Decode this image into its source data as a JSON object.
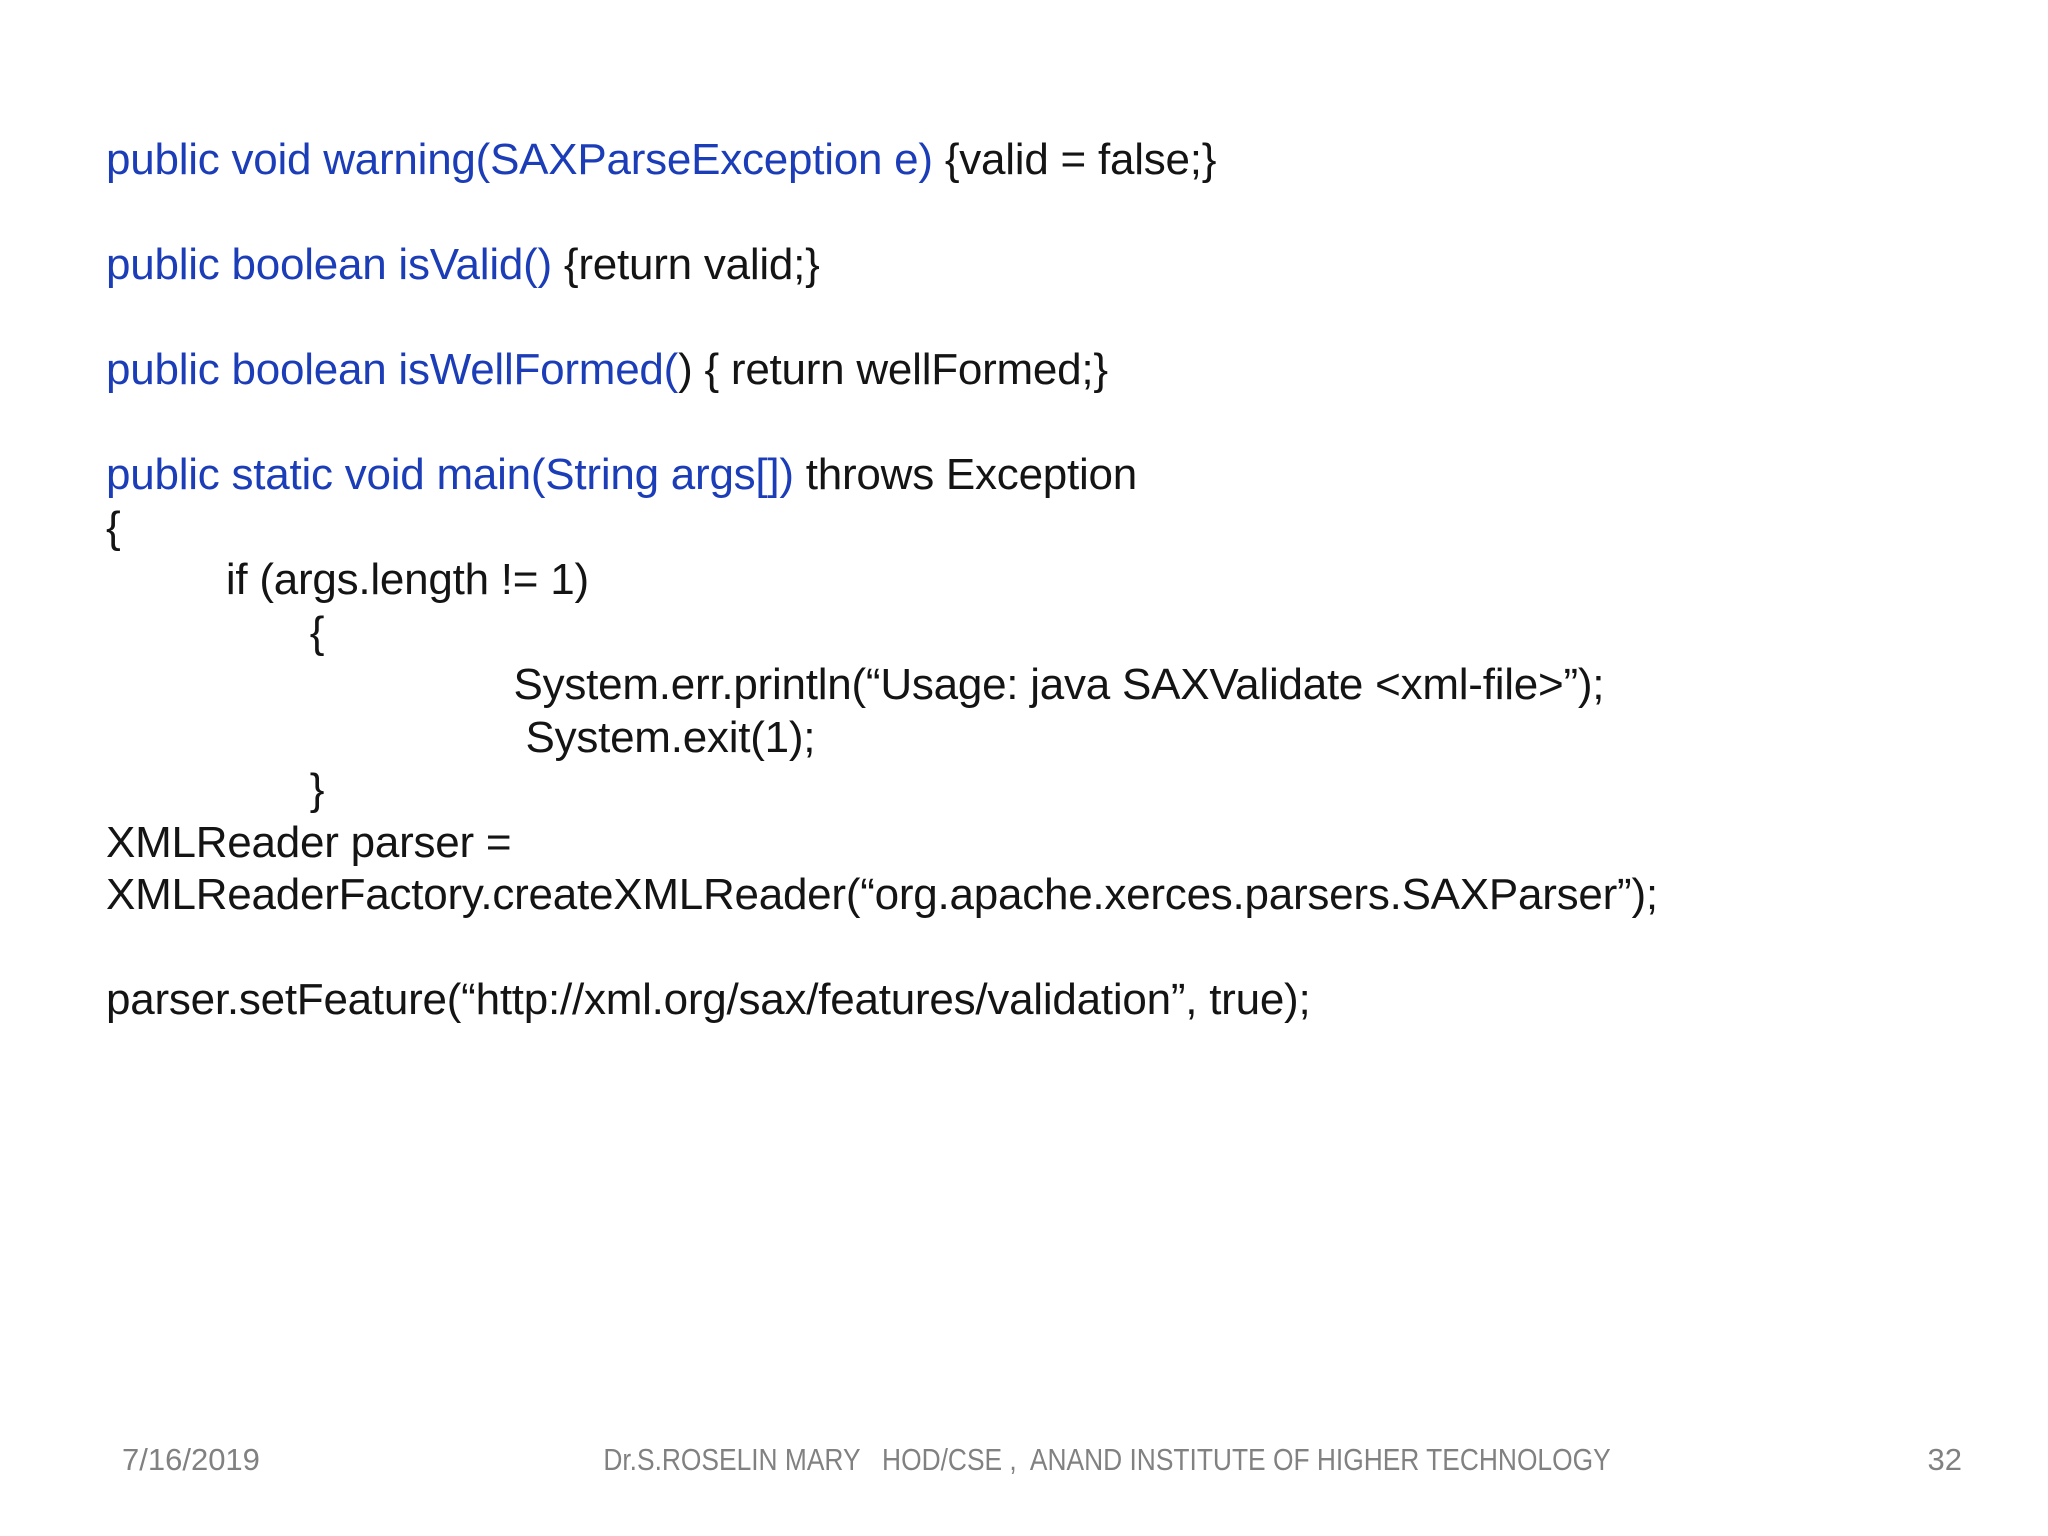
{
  "slide": {
    "colors": {
      "keyword_blue": "#1c3db8",
      "code_black": "#141414",
      "footer_gray": "#818181",
      "background": "#ffffff"
    },
    "code_lines": [
      {
        "segments": [
          {
            "t": "public void warning(SAXParseException e) "
          },
          {
            "t": "{valid = false;}"
          }
        ]
      },
      {
        "segments": []
      },
      {
        "segments": [
          {
            "t": "public boolean isValid() "
          },
          {
            "t": "{return valid;}"
          }
        ]
      },
      {
        "segments": []
      },
      {
        "segments": [
          {
            "t": "public boolean isWellFormed("
          },
          {
            "t": ") { return wellFormed;}"
          }
        ]
      },
      {
        "segments": []
      },
      {
        "segments": [
          {
            "t": "public static void main(String args[]) "
          },
          {
            "t": "throws Exception"
          }
        ]
      },
      {
        "segments": [
          {
            "t": "{"
          }
        ]
      },
      {
        "segments": [
          {
            "t": "          if (args.length != 1)"
          }
        ]
      },
      {
        "segments": [
          {
            "t": "                 {"
          }
        ]
      },
      {
        "segments": [
          {
            "t": "                                  System.err.println(“Usage: java SAXValidate <xml-file>”);"
          }
        ]
      },
      {
        "segments": [
          {
            "t": "                                   System.exit(1);"
          }
        ]
      },
      {
        "segments": [
          {
            "t": "                 }"
          }
        ]
      },
      {
        "segments": [
          {
            "t": "XMLReader parser ="
          }
        ]
      },
      {
        "segments": [
          {
            "t": "XMLReaderFactory.createXMLReader(“org.apache.xerces.parsers.SAXParser”);"
          }
        ]
      },
      {
        "segments": []
      },
      {
        "segments": [
          {
            "t": "parser.setFeature(“http://xml.org/sax/features/validation”, true);"
          }
        ]
      }
    ],
    "footer": {
      "date": "7/16/2019",
      "center": "Dr.S.ROSELIN MARY   HOD/CSE ,  ANAND INSTITUTE OF HIGHER TECHNOLOGY",
      "page": "32"
    }
  }
}
